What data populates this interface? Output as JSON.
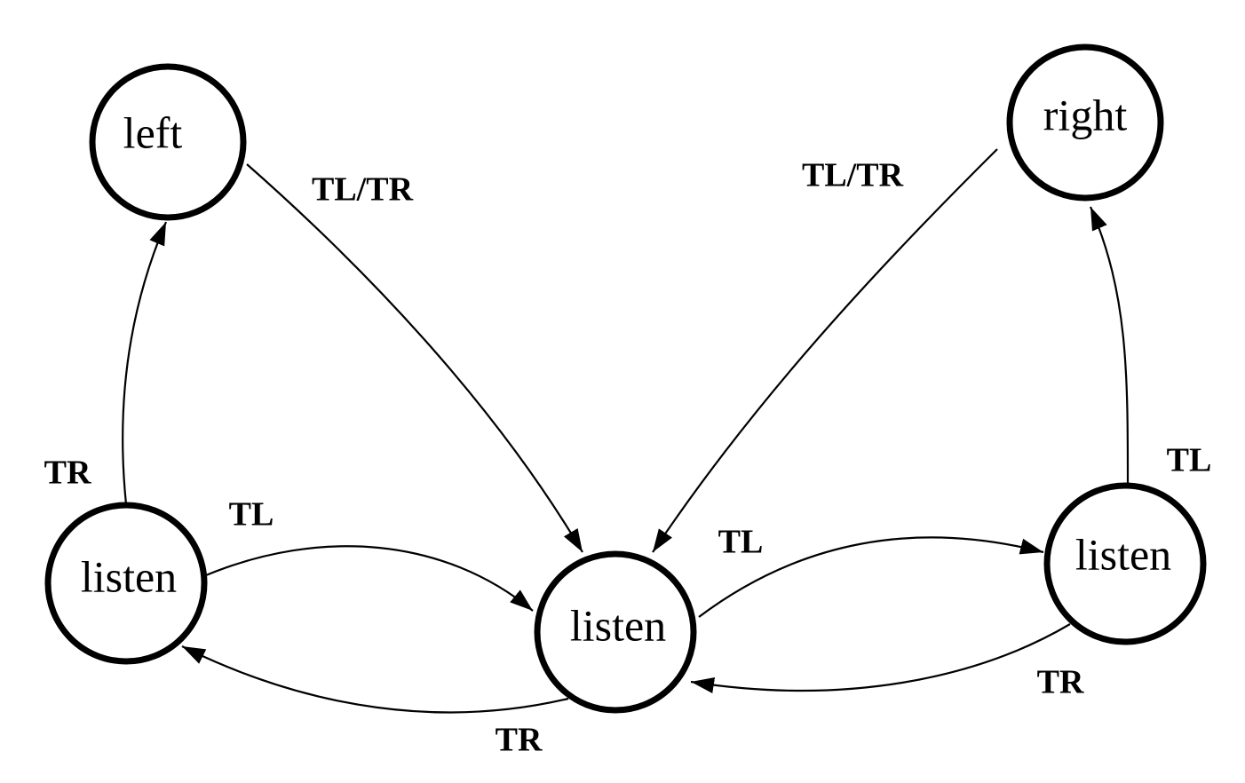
{
  "nodes": {
    "left": {
      "label": "left"
    },
    "right": {
      "label": "right"
    },
    "listen_left": {
      "label": "listen"
    },
    "listen_center": {
      "label": "listen"
    },
    "listen_right": {
      "label": "listen"
    }
  },
  "edges": [
    {
      "id": "left-to-center",
      "from": "left",
      "to": "listen_center",
      "label": "TL/TR"
    },
    {
      "id": "right-to-center",
      "from": "right",
      "to": "listen_center",
      "label": "TL/TR"
    },
    {
      "id": "listenleft-to-left",
      "from": "listen_left",
      "to": "left",
      "label": "TR"
    },
    {
      "id": "listenleft-to-center",
      "from": "listen_left",
      "to": "listen_center",
      "label": "TL"
    },
    {
      "id": "center-to-listenleft",
      "from": "listen_center",
      "to": "listen_left",
      "label": "TR"
    },
    {
      "id": "center-to-listenright",
      "from": "listen_center",
      "to": "listen_right",
      "label": "TL"
    },
    {
      "id": "listenright-to-center",
      "from": "listen_right",
      "to": "listen_center",
      "label": "TR"
    },
    {
      "id": "listenright-to-right",
      "from": "listen_right",
      "to": "right",
      "label": "TL"
    }
  ]
}
